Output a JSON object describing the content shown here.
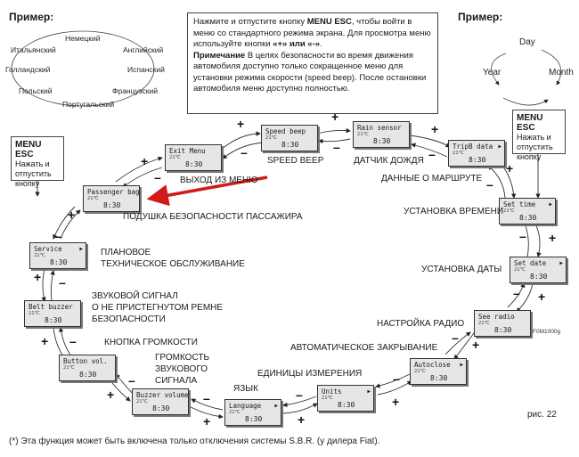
{
  "examples": {
    "left_heading": "Пример:",
    "right_heading": "Пример:",
    "languages": [
      "Немецкий",
      "Английский",
      "Испанский",
      "Французский",
      "Португальский",
      "Польский",
      "Голландский",
      "Итальянский"
    ],
    "date_cycle": [
      "Day",
      "Month",
      "Year"
    ]
  },
  "note": {
    "line1_pre": "Нажмите и отпустите кнопку ",
    "line1_key": "MENU ESC",
    "line1_post": ", чтобы войти в меню со стандартного режима экрана. Для просмотра меню используйте кнопки ",
    "line1_keys": "«+» или «-»",
    "line1_end": ".",
    "line2_title": "Примечание",
    "line2_text": " В целях безопасности во время движения автомобиля доступно только сокращенное меню для установки режима скорости (speed beep). После остановки автомобиля меню доступно полностью."
  },
  "esc_left": {
    "title": "MENU ESC",
    "text": "Нажать и отпустить кнопку"
  },
  "esc_right": {
    "title": "MENU ESC",
    "text": "Нажать и отпустить кнопку"
  },
  "screens": {
    "exit_menu": "Exit Menu",
    "speed_beep": "Speed beep",
    "rain_sensor": "Rain sensor",
    "trip_b_data": "TripB data",
    "set_time": "Set time",
    "set_date": "Set date",
    "see_radio": "See radio",
    "autoclose": "Autoclose",
    "units": "Units",
    "language": "Language",
    "buzzer_volume": "Buzzer volume",
    "button_vol": "Button vol.",
    "belt_buzzer": "Belt buzzer",
    "service": "Service",
    "passenger_bag": "Passenger bag",
    "time": "8:30",
    "sub": "21℃"
  },
  "labels": {
    "exit_menu": "ВЫХОД ИЗ МЕНЮ",
    "speed_beep": "SPEED BEEP",
    "rain_sensor": "ДАТЧИК ДОЖДЯ",
    "trip_data": "ДАННЫЕ О МАРШРУТЕ",
    "set_time": "УСТАНОВКА ВРЕМЕНИ",
    "set_date": "УСТАНОВКА ДАТЫ",
    "radio": "НАСТРОЙКА РАДИО",
    "autoclose": "АВТОМАТИЧЕСКОЕ ЗАКРЫВАНИЕ",
    "units": "ЕДИНИЦЫ ИЗМЕРЕНИЯ",
    "language": "ЯЗЫК",
    "buzzer_volume": "ГРОМКОСТЬ ЗВУКОВОГО СИГНАЛА",
    "button_vol": "КНОПКА ГРОМКОСТИ",
    "belt_buzzer": "ЗВУКОВОЙ СИГНАЛ О НЕ ПРИСТЕГНУТОМ РЕМНЕ БЕЗОПАСНОСТИ",
    "service": "ПЛАНОВОЕ ТЕХНИЧЕСКОЕ ОБСЛУЖИВАНИЕ",
    "passenger_bag": "ПОДУШКА БЕЗОПАСНОСТИ ПАССАЖИРА"
  },
  "label_lines": {
    "buzzer_volume": [
      "ГРОМКОСТЬ",
      "ЗВУКОВОГО",
      "СИГНАЛА"
    ],
    "belt_buzzer": [
      "ЗВУКОВОЙ СИГНАЛ",
      "О НЕ ПРИСТЕГНУТОМ РЕМНЕ",
      "БЕЗОПАСНОСТИ"
    ],
    "service": [
      "ПЛАНОВОЕ",
      "ТЕХНИЧЕСКОЕ ОБСЛУЖИВАНИЕ"
    ]
  },
  "signs": {
    "plus": "+",
    "minus": "–"
  },
  "figure_code": "F0M1000g",
  "figure_caption": "рис. 22",
  "footnote": "(*) Эта функция может быть включена только отключения системы S.B.R. (у дилера Fiat).",
  "colors": {
    "pointer_arrow": "#d21a1a",
    "screen_fill": "#e6e6e6"
  }
}
